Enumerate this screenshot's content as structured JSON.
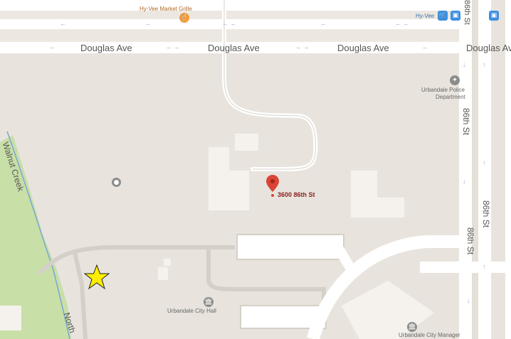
{
  "map": {
    "roads": {
      "douglas_ave": "Douglas Ave",
      "86th_st": "86th St",
      "86th_st_top": "86th St",
      "walnut_creek": "Walnut Creek",
      "north": "North"
    },
    "pois": {
      "hy_vee_market_grille": "Hy-Vee Market Grille",
      "hy_vee": "Hy-Vee",
      "urbandale_police_department_line1": "Urbandale Police",
      "urbandale_police_department_line2": "Department",
      "urbandale_city_hall": "Urbandale City Hall",
      "urbandale_city_manager": "Urbandale City Manager"
    },
    "marker": {
      "label": "3600 86th St",
      "color": "#db4437"
    },
    "star": {
      "color": "#ffee00"
    },
    "colors": {
      "land": "#e8e4dd",
      "road": "#ffffff",
      "building": "#f5f2ed",
      "park": "#c8dfa8",
      "water": "#7aa6d6",
      "restaurant": "#f29b38",
      "shop": "#3d8fe0",
      "civic": "#8c8c8c"
    },
    "icons": [
      "restaurant-icon",
      "shopping-cart-icon",
      "bus-stop-icon",
      "police-icon",
      "city-hall-icon",
      "place-icon",
      "map-marker-icon",
      "star-icon",
      "direction-arrow-icon"
    ]
  }
}
